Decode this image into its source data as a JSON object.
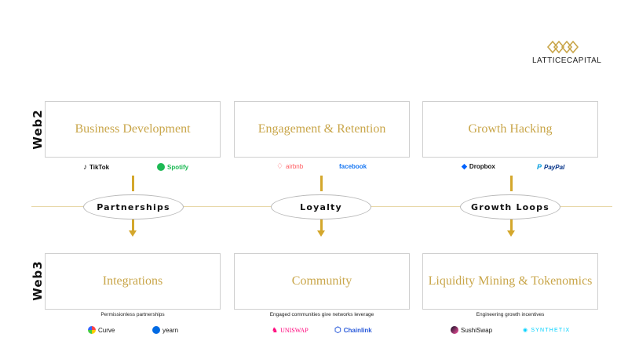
{
  "logo": {
    "text": "LATTICECAPITAL"
  },
  "rows": {
    "web2": "Web2",
    "web3": "Web3"
  },
  "columns": [
    {
      "web2_box": "Business Development",
      "connector": "Partnerships",
      "web3_box": "Integrations",
      "web3_caption": "Permissionless partnerships",
      "web2_brands": [
        "TikTok",
        "Spotify"
      ],
      "web3_brands": [
        "Curve",
        "yearn"
      ]
    },
    {
      "web2_box": "Engagement & Retention",
      "connector": "Loyalty",
      "web3_box": "Community",
      "web3_caption": "Engaged communities give networks leverage",
      "web2_brands": [
        "airbnb",
        "facebook"
      ],
      "web3_brands": [
        "UNISWAP",
        "Chainlink"
      ]
    },
    {
      "web2_box": "Growth Hacking",
      "connector": "Growth Loops",
      "web3_box": "Liquidity Mining & Tokenomics",
      "web3_caption": "Engineering growth incentives",
      "web2_brands": [
        "Dropbox",
        "PayPal"
      ],
      "web3_brands": [
        "SushiSwap",
        "SYNTHETIX"
      ]
    }
  ],
  "colors": {
    "gold": "#c9a64a",
    "arrow": "#d4a72c",
    "tiktok": "#111111",
    "spotify": "#1db954",
    "airbnb": "#ff5a5f",
    "facebook": "#1877f2",
    "dropbox": "#0061fe",
    "paypal": "#003087",
    "uniswap": "#ff007a",
    "chainlink": "#2a5ada",
    "synthetix": "#00d1ff"
  },
  "icons": [
    "lattice-logo-icon",
    "tiktok-icon",
    "spotify-icon",
    "airbnb-icon",
    "dropbox-icon",
    "paypal-icon",
    "curve-icon",
    "yearn-icon",
    "uniswap-icon",
    "chainlink-icon",
    "sushiswap-icon",
    "synthetix-icon"
  ]
}
